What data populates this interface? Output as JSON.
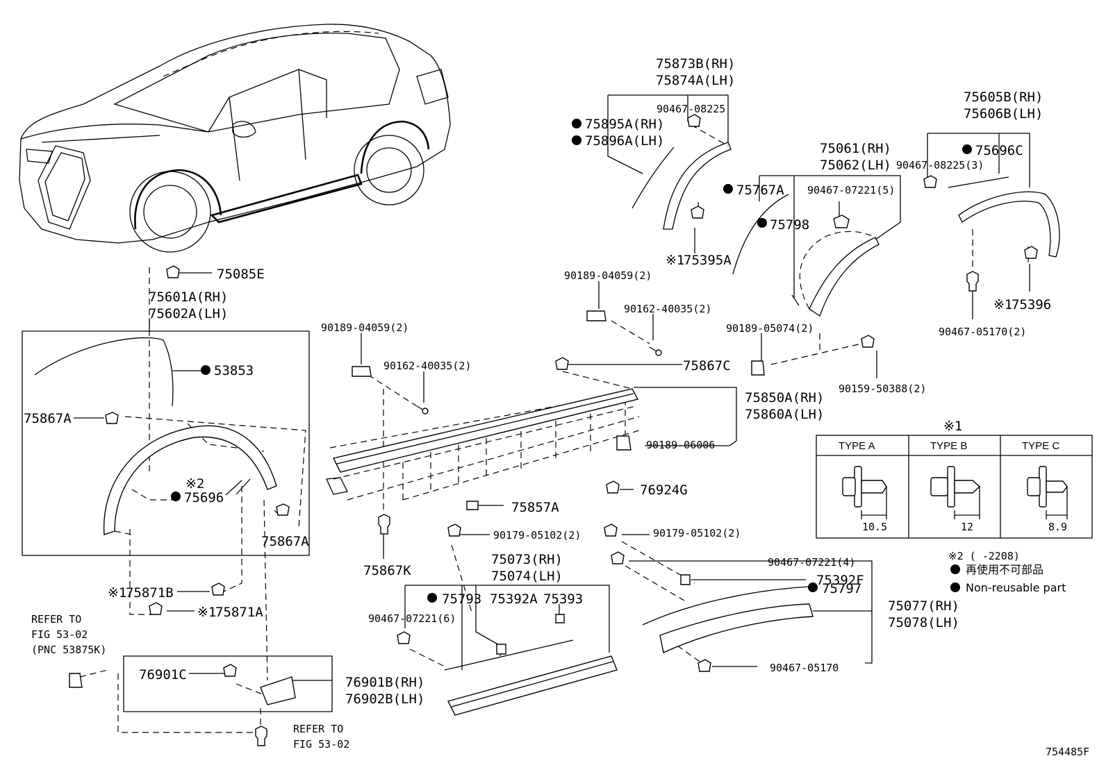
{
  "diagram_id": "754485F",
  "parts": {
    "p75873B": "75873B(RH)",
    "p75874A": "75874A(LH)",
    "p90467_08225a": "90467-08225",
    "p75895A": "75895A(RH)",
    "p75896A": "75896A(LH)",
    "p75395A": "75395A",
    "p75605B": "75605B(RH)",
    "p75606B": "75606B(LH)",
    "p75696C": "75696C",
    "p90467_08225b": "90467-08225(3)",
    "p75396": "75396",
    "p90467_05170a": "90467-05170(2)",
    "p75061": "75061(RH)",
    "p75062": "75062(LH)",
    "p75767A": "75767A",
    "p90467_07221a": "90467-07221(5)",
    "p75798": "75798",
    "p90189_04059a": "90189-04059(2)",
    "p90162_40035a": "90162-40035(2)",
    "p90189_05074": "90189-05074(2)",
    "p90159_50388": "90159-50388(2)",
    "p75085E": "75085E",
    "p75601A": "75601A(RH)",
    "p75602A": "75602A(LH)",
    "p53853": "53853",
    "p75867A_1": "75867A",
    "p75696": "75696",
    "p75867A_2": "75867A",
    "p90189_04059b": "90189-04059(2)",
    "p90162_40035b": "90162-40035(2)",
    "p75867C": "75867C",
    "p75850A": "75850A(RH)",
    "p75860A": "75860A(LH)",
    "p90189_06006": "90189-06006",
    "p76924G": "76924G",
    "p75857A": "75857A",
    "p75867K": "75867K",
    "p75871B": "75871B",
    "p75871A": "75871A",
    "p90179_05102a": "90179-05102(2)",
    "p90179_05102b": "90179-05102(2)",
    "p75073": "75073(RH)",
    "p75074": "75074(LH)",
    "p75793": "75793",
    "p75392A": "75392A",
    "p75393": "75393",
    "p90467_07221b": "90467-07221(6)",
    "p90467_07221c": "90467-07221(4)",
    "p75392F": "75392F",
    "p75797": "75797",
    "p75077": "75077(RH)",
    "p75078": "75078(LH)",
    "p90467_05170b": "90467-05170",
    "p76901C": "76901C",
    "p76901B": "76901B(RH)",
    "p76902B": "76902B(LH)"
  },
  "marks": {
    "reference": "※1",
    "note2": "※2"
  },
  "refer": {
    "a1": "REFER TO",
    "a2": "FIG 53-02",
    "a3": "(PNC 53875K)",
    "b1": "REFER TO",
    "b2": "FIG 53-02"
  },
  "clip_table": {
    "mark": "※1",
    "headers": [
      "TYPE A",
      "TYPE B",
      "TYPE C"
    ],
    "dims": [
      "10.5",
      "12",
      "8.9"
    ]
  },
  "legend": {
    "note2_text": "※2 (     -2208)",
    "jp": "再使用不可部品",
    "en": "Non-reusable part"
  }
}
